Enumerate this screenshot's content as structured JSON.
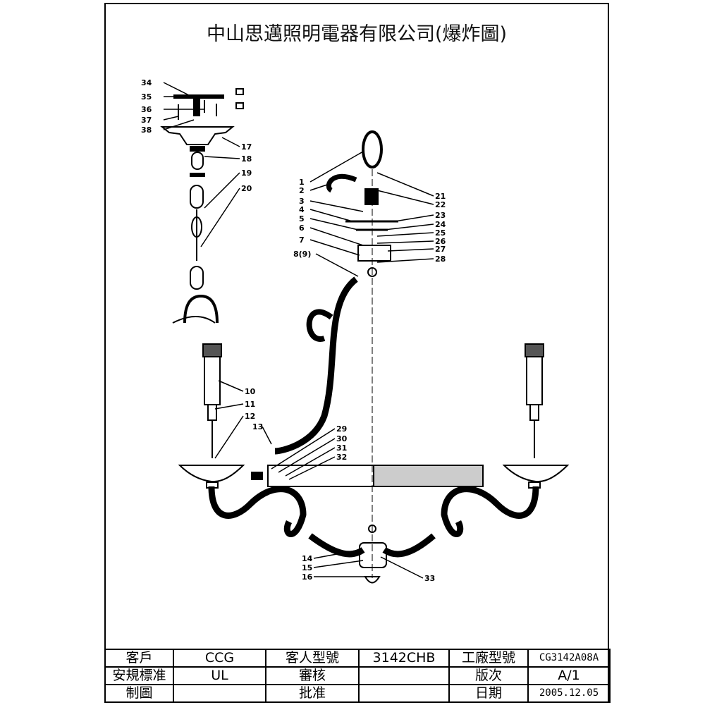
{
  "title": "中山思邁照明電器有限公司(爆炸圖)",
  "callouts": {
    "c1": "1",
    "c2": "2",
    "c3": "3",
    "c4": "4",
    "c5": "5",
    "c6": "6",
    "c7": "7",
    "c8": "8(9)",
    "c10": "10",
    "c11": "11",
    "c12": "12",
    "c13": "13",
    "c14": "14",
    "c15": "15",
    "c16": "16",
    "c17": "17",
    "c18": "18",
    "c19": "19",
    "c20": "20",
    "c21": "21",
    "c22": "22",
    "c23": "23",
    "c24": "24",
    "c25": "25",
    "c26": "26",
    "c27": "27",
    "c28": "28",
    "c29": "29",
    "c30": "30",
    "c31": "31",
    "c32": "32",
    "c33": "33",
    "c34": "34",
    "c35": "35",
    "c36": "36",
    "c37": "37",
    "c38": "38"
  },
  "table": {
    "customer_label": "客戶",
    "customer": "CCG",
    "customer_model_label": "客人型號",
    "customer_model": "3142CHB",
    "factory_model_label": "工廠型號",
    "factory_model": "CG3142A08A",
    "safety_label": "安規標准",
    "safety": "UL",
    "review_label": "審核",
    "review": "",
    "version_label": "版次",
    "version": "A/1",
    "drawn_label": "制圖",
    "drawn": "",
    "approve_label": "批准",
    "approve": "",
    "date_label": "日期",
    "date": "2005.12.05"
  }
}
